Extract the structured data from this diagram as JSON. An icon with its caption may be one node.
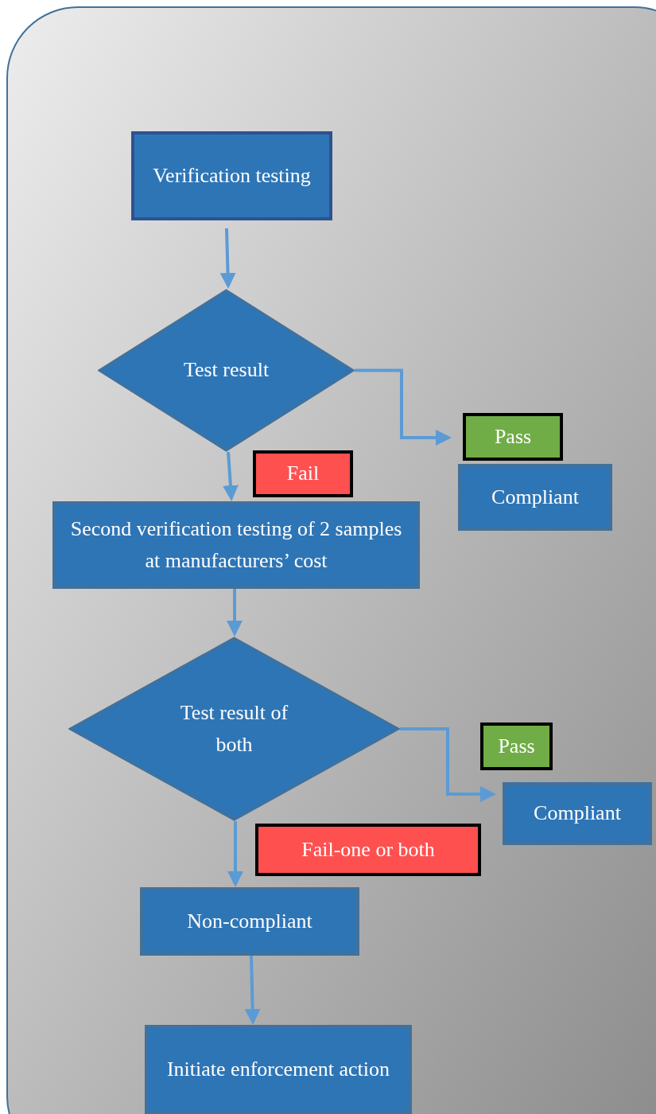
{
  "diagram": {
    "nodes": [
      {
        "text": [
          "Verification testing"
        ]
      },
      {
        "text": [
          "Test result"
        ]
      },
      {
        "text": [
          "Pass"
        ]
      },
      {
        "text": [
          "Compliant"
        ]
      },
      {
        "text": [
          "Fail"
        ]
      },
      {
        "text": [
          "Second verification testing of 2 samples at manufacturers’ cost"
        ]
      },
      {
        "text": [
          "Test result of both"
        ]
      },
      {
        "text": [
          "Pass"
        ]
      },
      {
        "text": [
          "Compliant"
        ]
      },
      {
        "text": [
          "Fail-one or both"
        ]
      },
      {
        "text": [
          "Non-compliant"
        ]
      },
      {
        "text": [
          "Initiate enforcement action"
        ]
      }
    ],
    "edges": [
      {
        "from": 0,
        "to": 1,
        "arrow": "to"
      },
      {
        "from": 1,
        "to": 2,
        "arrow": "to"
      },
      {
        "from": 1,
        "to": 5,
        "arrow": "to"
      },
      {
        "from": 5,
        "to": 6,
        "arrow": "to"
      },
      {
        "from": 6,
        "to": 8,
        "arrow": "to"
      },
      {
        "from": 6,
        "to": 10,
        "arrow": "to"
      },
      {
        "from": 10,
        "to": 11,
        "arrow": "to"
      }
    ]
  }
}
